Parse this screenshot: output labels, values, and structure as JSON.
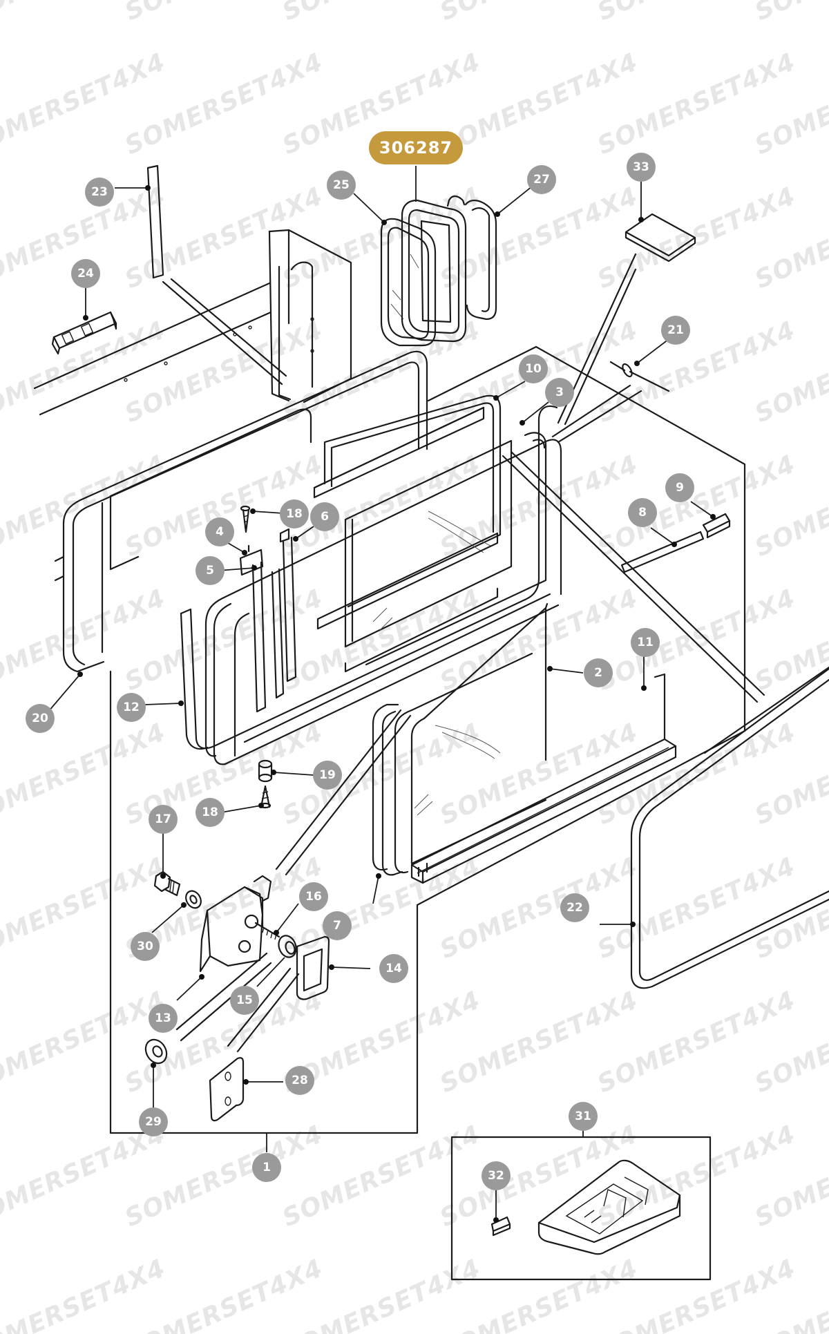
{
  "watermark": "SOMERSET4X4",
  "highlight_part": {
    "number": "306287",
    "color": "#c49a3c"
  },
  "callout_color": "#9a9a9a",
  "callouts": [
    {
      "id": "c1",
      "label": "1"
    },
    {
      "id": "c2",
      "label": "2"
    },
    {
      "id": "c3",
      "label": "3"
    },
    {
      "id": "c4",
      "label": "4"
    },
    {
      "id": "c5",
      "label": "5"
    },
    {
      "id": "c6",
      "label": "6"
    },
    {
      "id": "c7",
      "label": "7"
    },
    {
      "id": "c8",
      "label": "8"
    },
    {
      "id": "c9",
      "label": "9"
    },
    {
      "id": "c10",
      "label": "10"
    },
    {
      "id": "c11",
      "label": "11"
    },
    {
      "id": "c12",
      "label": "12"
    },
    {
      "id": "c13",
      "label": "13"
    },
    {
      "id": "c14",
      "label": "14"
    },
    {
      "id": "c15",
      "label": "15"
    },
    {
      "id": "c16",
      "label": "16"
    },
    {
      "id": "c17",
      "label": "17"
    },
    {
      "id": "c18a",
      "label": "18"
    },
    {
      "id": "c18b",
      "label": "18"
    },
    {
      "id": "c19",
      "label": "19"
    },
    {
      "id": "c20",
      "label": "20"
    },
    {
      "id": "c21",
      "label": "21"
    },
    {
      "id": "c22",
      "label": "22"
    },
    {
      "id": "c23",
      "label": "23"
    },
    {
      "id": "c24",
      "label": "24"
    },
    {
      "id": "c25",
      "label": "25"
    },
    {
      "id": "c27",
      "label": "27"
    },
    {
      "id": "c28",
      "label": "28"
    },
    {
      "id": "c29",
      "label": "29"
    },
    {
      "id": "c30",
      "label": "30"
    },
    {
      "id": "c31",
      "label": "31"
    },
    {
      "id": "c32",
      "label": "32"
    },
    {
      "id": "c33",
      "label": "33"
    }
  ]
}
